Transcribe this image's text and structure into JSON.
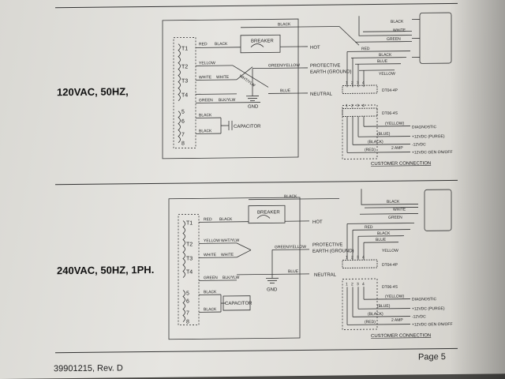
{
  "diagram1": {
    "title": "120VAC, 50HZ,",
    "terminals": [
      "T1",
      "T2",
      "T3",
      "T4",
      "5",
      "6",
      "7",
      "8"
    ],
    "wires": {
      "red": "RED",
      "black": "BLACK",
      "yellow": "YELLOW",
      "white": "WHITE",
      "green": "GREEN",
      "blk_ylw": "BLK/YLW",
      "blue": "BLUE",
      "green_yellow": "GREEN/YELLOW",
      "wht_ylw": "WHT/YLW"
    },
    "breaker": "BREAKER",
    "hot": "HOT",
    "protective": "PROTECTIVE",
    "earth": "EARTH (GROUND)",
    "neutral": "NEUTRAL",
    "gnd": "GND",
    "capacitor": "CAPACITOR",
    "conn_top": "DT04-4P",
    "conn_bottom": "DT06-4S",
    "pins": [
      "1",
      "2",
      "3",
      "4"
    ],
    "signals": [
      "DIAGNOSTIC",
      "+12VDC (PURGE)",
      "-12VDC",
      "+12VDC GEN ON/OFF"
    ],
    "sig_wires": [
      "(YELLOW)",
      "(BLUE)",
      "(BLACK)",
      "(RED)"
    ],
    "amp": "2 AMP",
    "customer": "CUSTOMER CONNECTION"
  },
  "diagram2": {
    "title": "240VAC, 50HZ, 1PH.",
    "terminals": [
      "T1",
      "T2",
      "T3",
      "T4",
      "5",
      "6",
      "7",
      "8"
    ],
    "wires": {
      "red": "RED",
      "black": "BLACK",
      "yellow": "YELLOW",
      "white": "WHITE",
      "green": "GREEN",
      "blk_ylw": "BLK/YLW",
      "blue": "BLUE",
      "green_yellow": "GREEN/YELLOW",
      "wht_ylw": "WHT/YLW"
    },
    "breaker": "BREAKER",
    "hot": "HOT",
    "protective": "PROTECTIVE",
    "earth": "EARTH (GROUND)",
    "neutral": "NEUTRAL",
    "gnd": "GND",
    "capacitor": "CAPACITOR",
    "conn_top": "DT04-4P",
    "conn_bottom": "DT06-4S",
    "pins": [
      "1",
      "2",
      "3",
      "4"
    ],
    "signals": [
      "DIAGNOSTIC",
      "+12VDC (PURGE)",
      "-12VDC",
      "+12VDC GEN ON/OFF"
    ],
    "sig_wires": [
      "(YELLOW)",
      "(BLUE)",
      "(BLACK)",
      "(RED)"
    ],
    "amp": "2 AMP",
    "customer": "CUSTOMER CONNECTION"
  },
  "footer": {
    "doc_number": "39901215, Rev. D",
    "page": "Page 5"
  }
}
